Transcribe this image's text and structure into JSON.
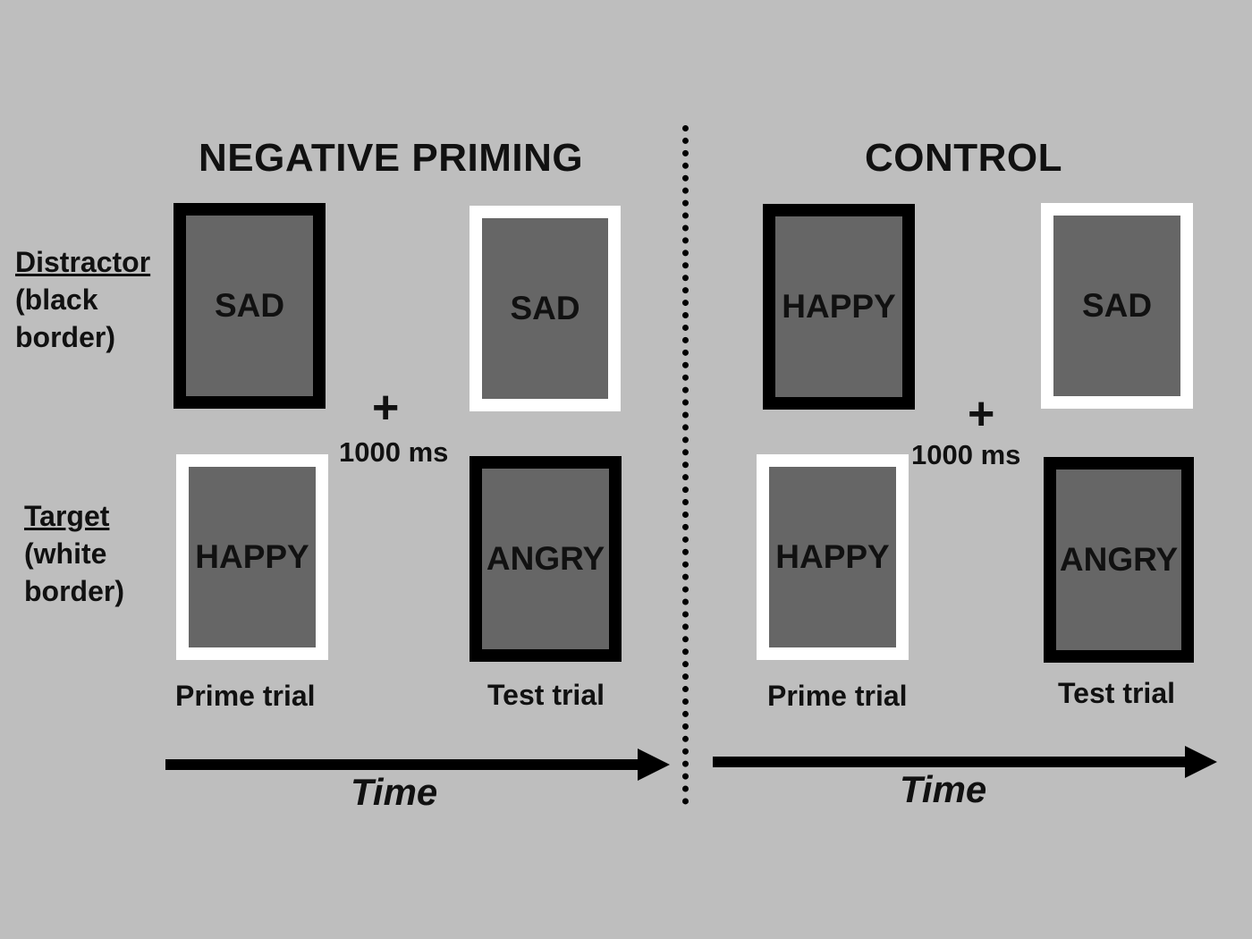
{
  "panels": {
    "negative": {
      "title": "NEGATIVE PRIMING",
      "prime_distractor": "SAD",
      "prime_target": "HAPPY",
      "test_distractor": "SAD",
      "test_target": "ANGRY",
      "fixation": "+",
      "interval": "1000 ms",
      "prime_label": "Prime trial",
      "test_label": "Test trial",
      "time_label": "Time"
    },
    "control": {
      "title": "CONTROL",
      "prime_distractor": "HAPPY",
      "prime_target": "HAPPY",
      "test_distractor": "SAD",
      "test_target": "ANGRY",
      "fixation": "+",
      "interval": "1000 ms",
      "prime_label": "Prime trial",
      "test_label": "Test trial",
      "time_label": "Time"
    }
  },
  "row_labels": {
    "distractor": {
      "head": "Distractor",
      "line2": "(black",
      "line3": "border)"
    },
    "target": {
      "head": "Target",
      "line2": "(white",
      "line3": "border)"
    }
  },
  "colors": {
    "background": "#bebebe",
    "card_fill": "#666666",
    "distractor_border": "#000000",
    "target_border": "#ffffff"
  }
}
